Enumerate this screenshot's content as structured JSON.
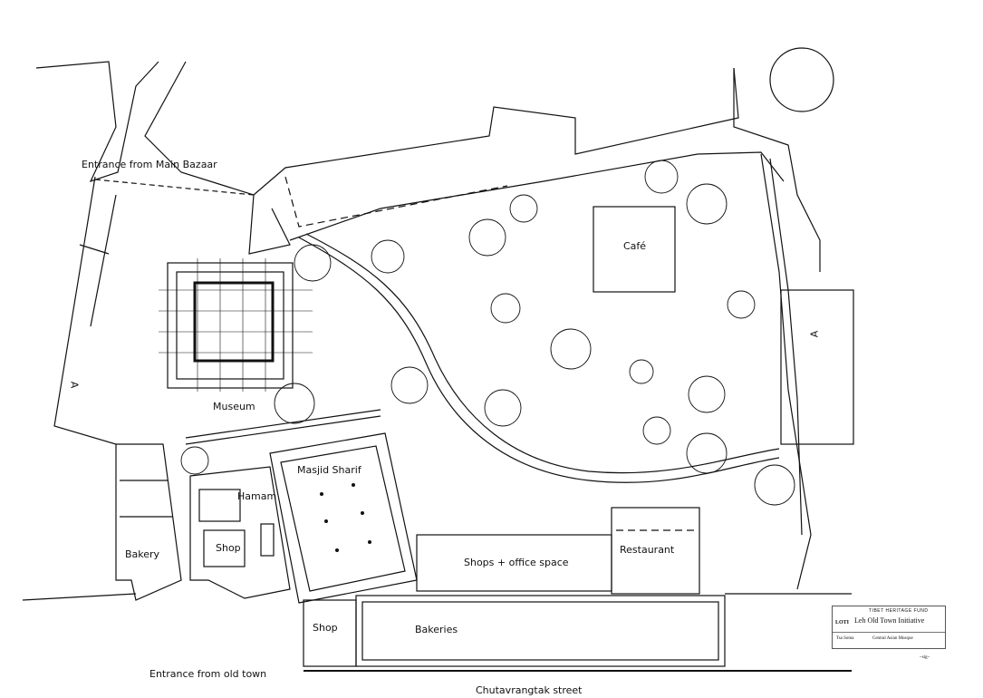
{
  "labels": {
    "entrance_main_bazaar": "Entrance from Main Bazaar",
    "museum": "Museum",
    "cafe": "Café",
    "masjid": "Masjid Sharif",
    "hamam": "Hamam",
    "shop_inner": "Shop",
    "bakery": "Bakery",
    "shops_office": "Shops + office space",
    "restaurant": "Restaurant",
    "shop_street": "Shop",
    "bakeries": "Bakeries",
    "entrance_old_town": "Entrance from old town",
    "street": "Chutavrangtak street",
    "section_marker": "A"
  },
  "title_block": {
    "logo": "LOTI",
    "header": "TIBET HERITAGE FUND",
    "title": "Leh Old Town Initiative",
    "field1": "Tsa Soma",
    "field2": "Central Asian Mosque",
    "signature": "~sig~"
  }
}
